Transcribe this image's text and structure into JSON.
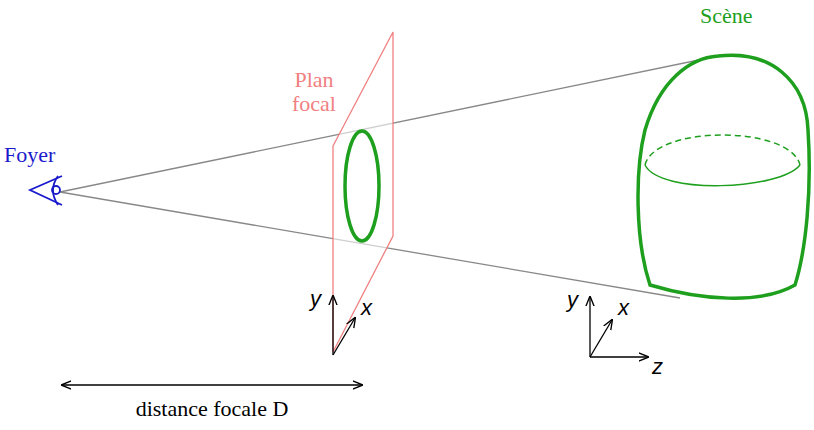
{
  "diagram": {
    "labels": [
      "Foyer",
      "Plan focal",
      "Scène",
      "y",
      "x",
      "y",
      "x",
      "z",
      "distance focale D"
    ]
  }
}
